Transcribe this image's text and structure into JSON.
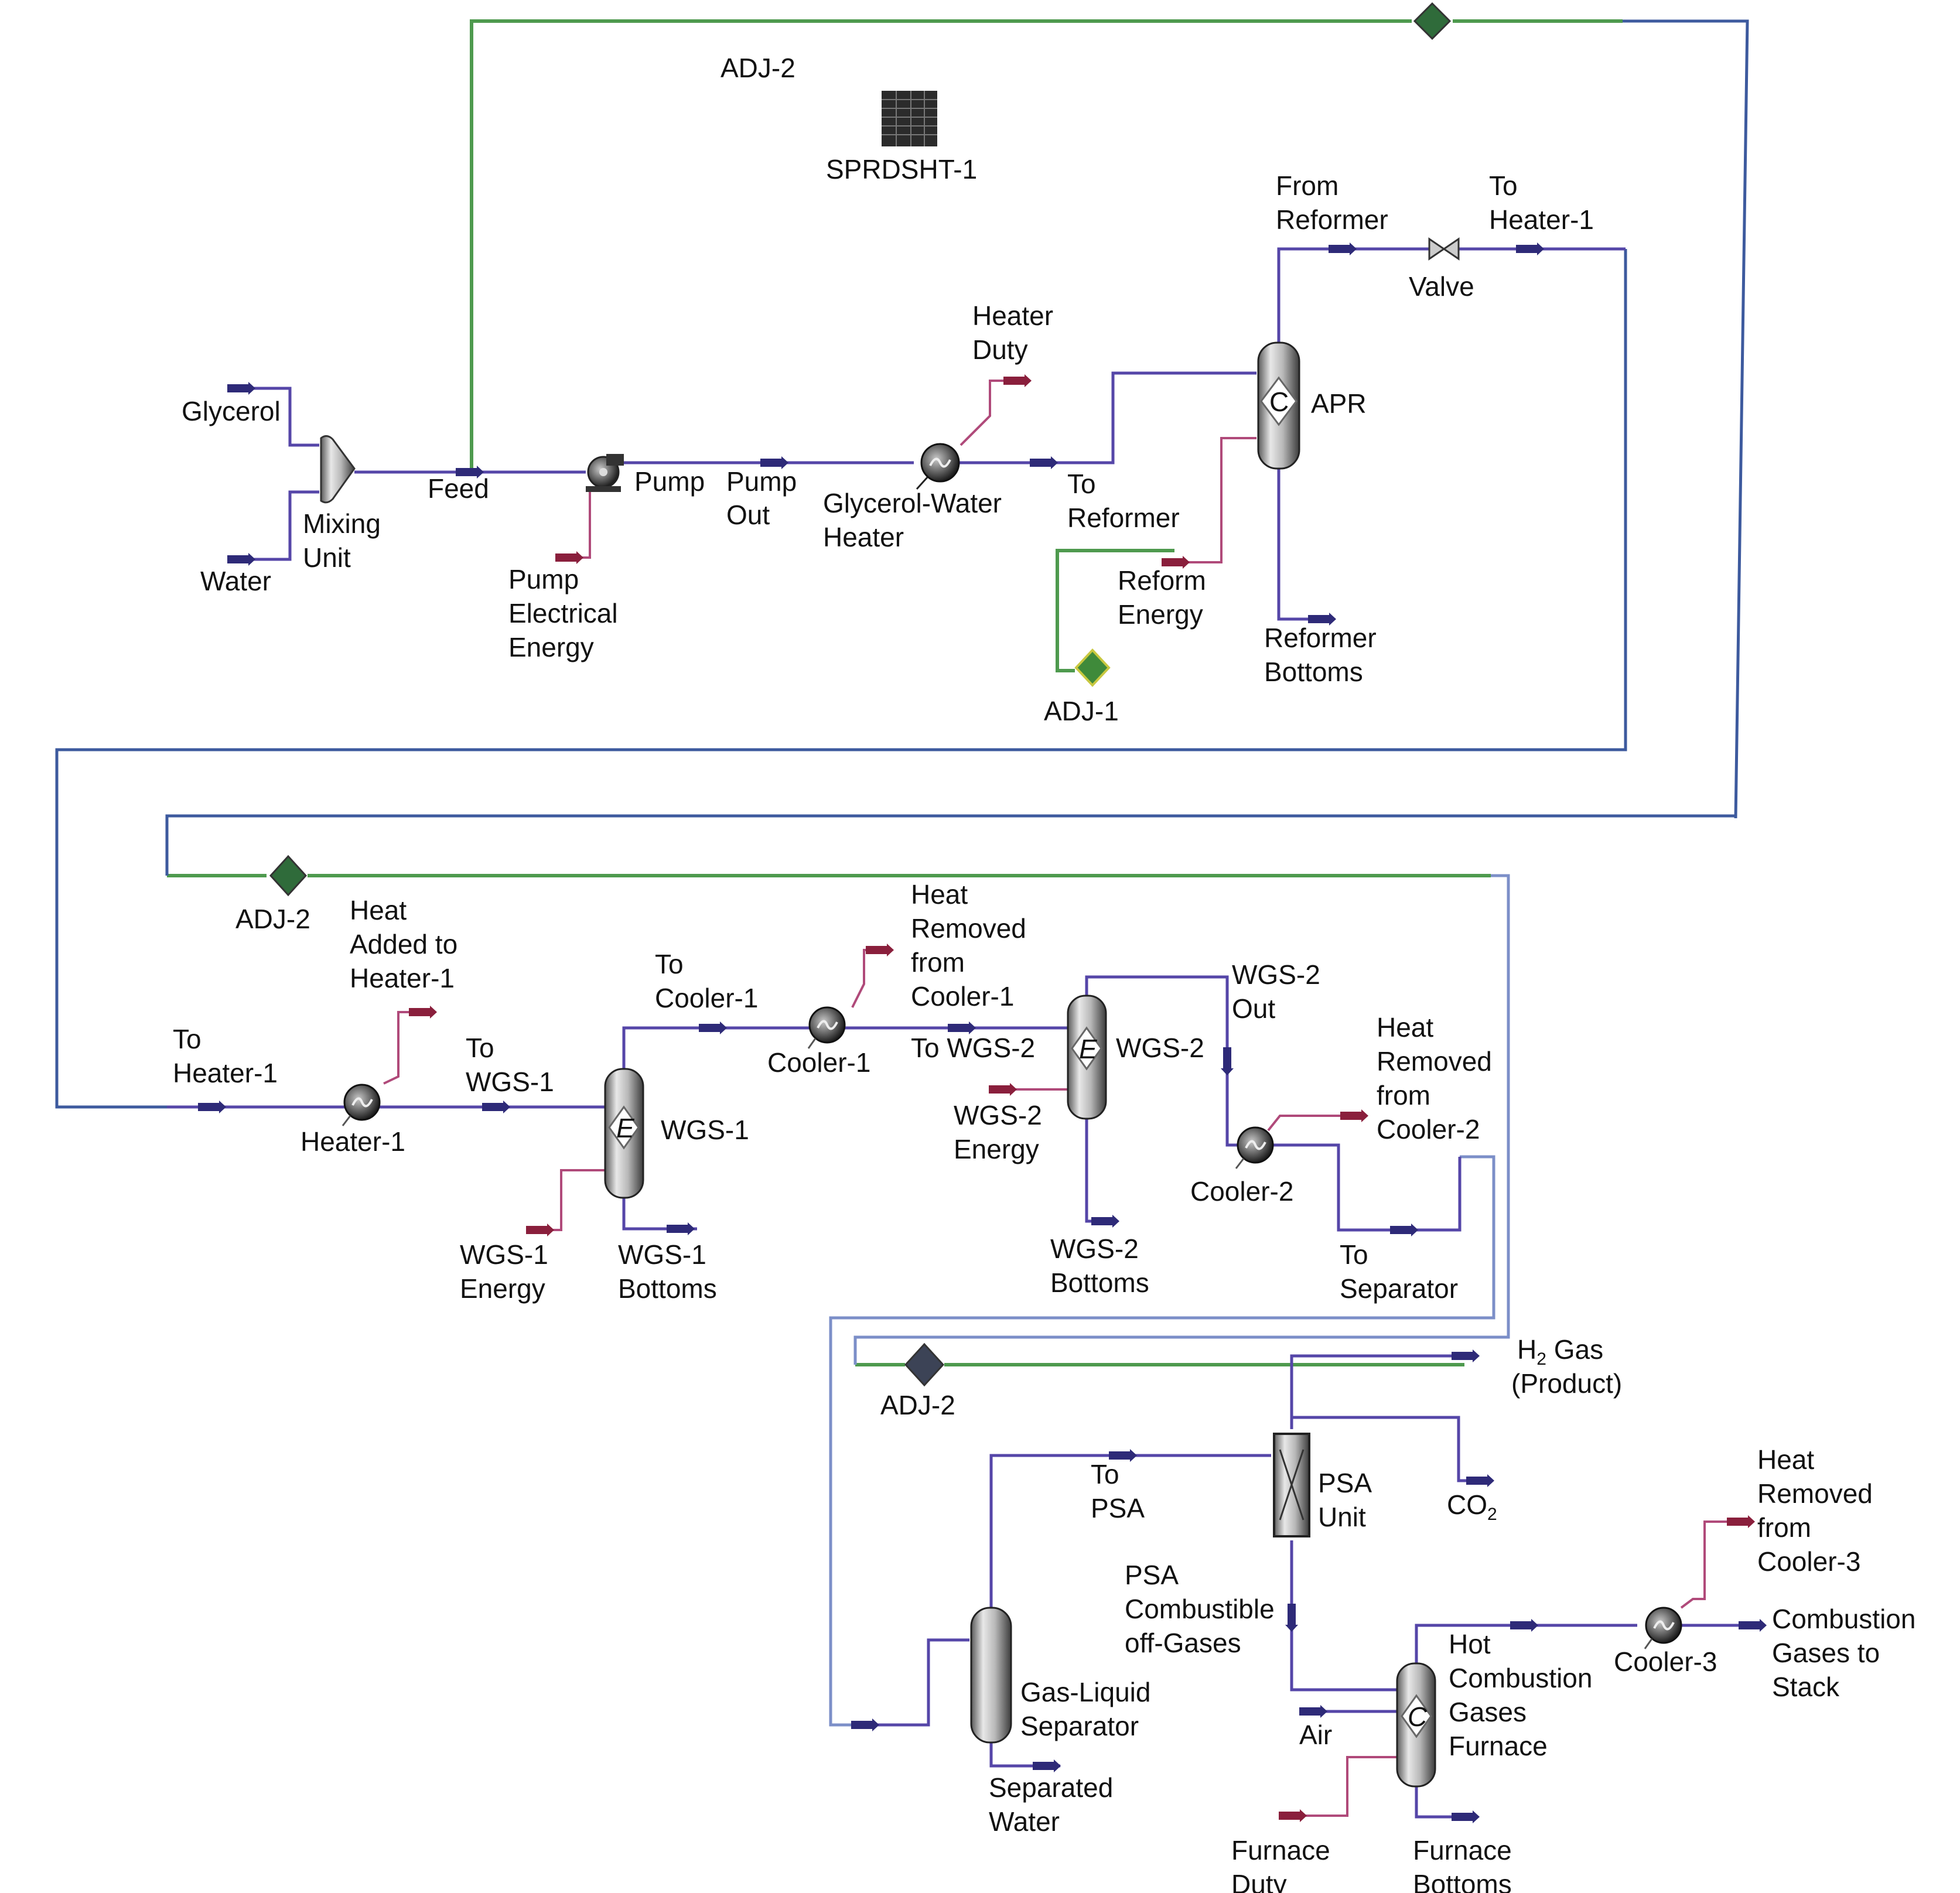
{
  "title": "Glycerol aqueous-phase reforming to hydrogen process flowsheet",
  "colors": {
    "material_stream": "#5546a8",
    "energy_stream": "#b04a7a",
    "logic_signal": "#4e9a4e",
    "recycle_line": "#7c8fc8",
    "adjust_block": "#2f6b3a",
    "vessel": "#9a9a9a"
  },
  "units": {
    "mixer": "Mixing Unit",
    "pump": "Pump",
    "gw_heater": "Glycerol-Water Heater",
    "apr": "APR",
    "apr_tag": "C",
    "valve": "Valve",
    "heater1": "Heater-1",
    "wgs1": "WGS-1",
    "wgs_tag": "E",
    "cooler1": "Cooler-1",
    "wgs2": "WGS-2",
    "cooler2": "Cooler-2",
    "separator": "Gas-Liquid Separator",
    "psa": "PSA Unit",
    "furnace": "Hot Combustion Gases Furnace",
    "furnace_tag": "C",
    "cooler3": "Cooler-3",
    "spreadsheet": "SPRDSHT-1",
    "adj1": "ADJ-1",
    "adj2_top": "ADJ-2",
    "adj2_mid": "ADJ-2",
    "adj2_bottom": "ADJ-2"
  },
  "streams": {
    "glycerol": "Glycerol",
    "water": "Water",
    "feed": "Feed",
    "pump_out": "Pump Out",
    "pump_energy": "Pump Electrical Energy",
    "heater_duty": "Heater Duty",
    "to_reformer": "To Reformer",
    "reform_energy": "Reform Energy",
    "from_reformer": "From Reformer",
    "to_heater1_top": "To Heater-1",
    "reformer_bottoms": "Reformer Bottoms",
    "to_heater1": "To Heater-1",
    "heat_added_heater1": "Heat Added to Heater-1",
    "to_wgs1": "To WGS-1",
    "wgs1_energy": "WGS-1 Energy",
    "wgs1_bottoms": "WGS-1 Bottoms",
    "to_cooler1": "To Cooler-1",
    "heat_removed_cooler1": "Heat Removed from Cooler-1",
    "to_wgs2": "To WGS-2",
    "wgs2_energy": "WGS-2 Energy",
    "wgs2_out": "WGS-2 Out",
    "wgs2_bottoms": "WGS-2 Bottoms",
    "heat_removed_cooler2": "Heat Removed from Cooler-2",
    "to_separator": "To Separator",
    "h2_gas": "H",
    "h2_sub": "2",
    "h2_gas_rest": " Gas",
    "h2_product": "(Product)",
    "to_psa": "To PSA",
    "co2": "CO",
    "co2_sub": "2",
    "psa_offgas": "PSA Combustible off-Gases",
    "separated_water": "Separated Water",
    "air": "Air",
    "furnace_duty": "Furnace Duty",
    "furnace_bottoms": "Furnace Bottoms",
    "heat_removed_cooler3": "Heat Removed from Cooler-3",
    "combustion_stack": "Combustion Gases to Stack"
  }
}
